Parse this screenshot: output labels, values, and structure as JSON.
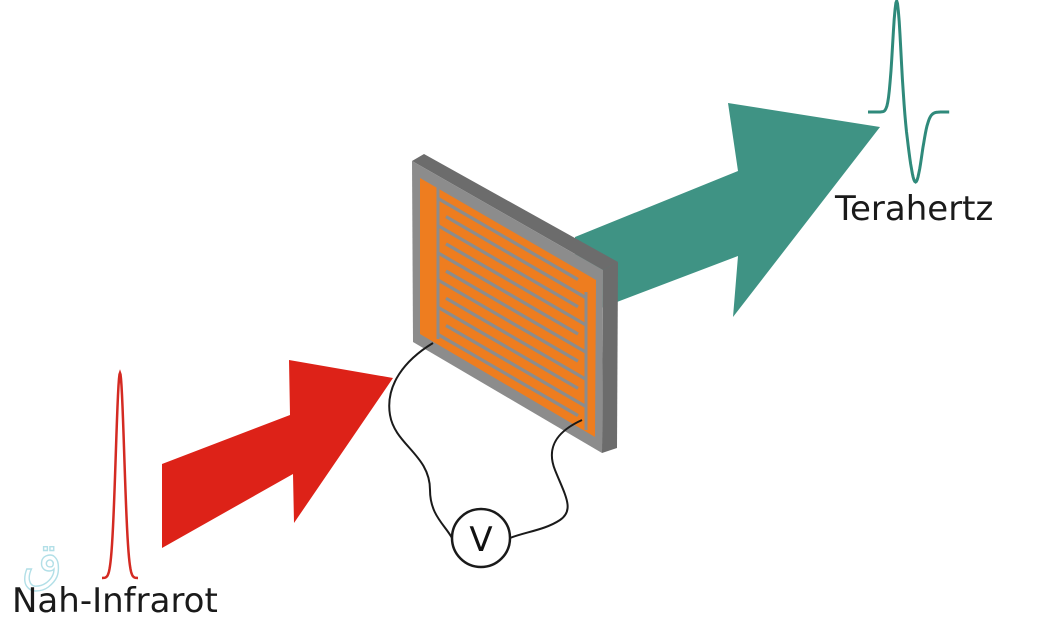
{
  "labels": {
    "input": "Nah-Infrarot",
    "output": "Terahertz",
    "meter": "V"
  },
  "watermark": {
    "text": "ق"
  },
  "colors": {
    "nir_beam": "#dd2218",
    "thz_beam": "#3f9384",
    "nir_pulse": "#d42a22",
    "thz_pulse": "#2f8a7b",
    "electrode": "#ee7d1f",
    "substrate_face": "#8c8c8c",
    "substrate_edge": "#6c6c6c",
    "wire": "#1a1a1a"
  }
}
